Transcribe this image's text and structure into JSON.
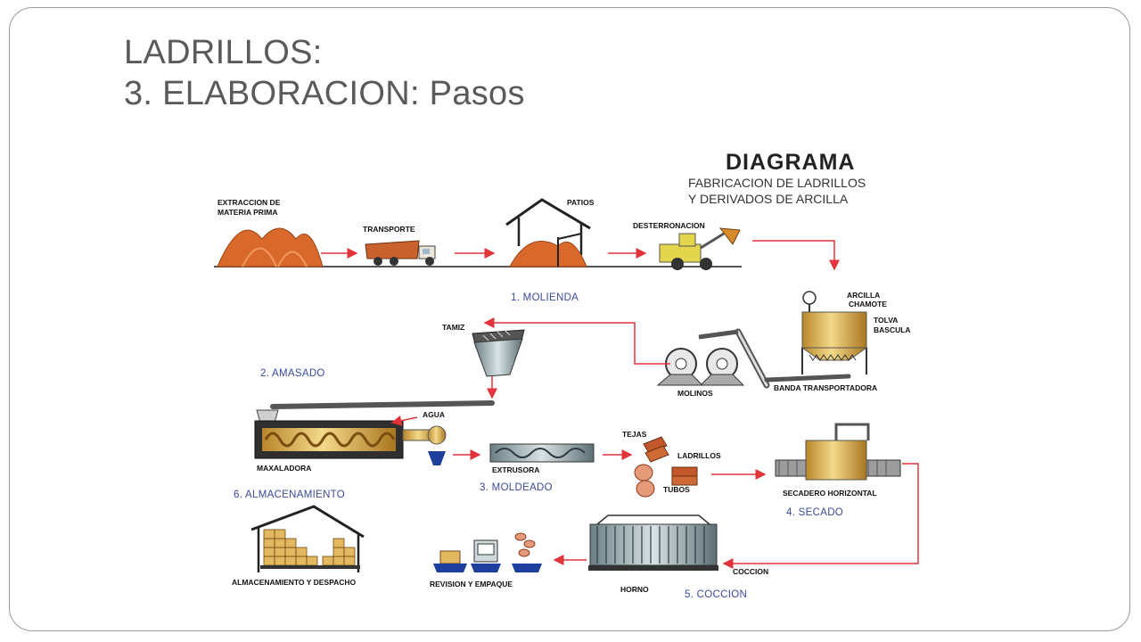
{
  "slide": {
    "title_line1": "LADRILLOS:",
    "title_line2": "3. ELABORACION: Pasos"
  },
  "diagram": {
    "heading": "DIAGRAMA",
    "subheading_line1": "FABRICACION DE LADRILLOS",
    "subheading_line2": "Y DERIVADOS DE ARCILLA",
    "labels": {
      "extraccion_line1": "EXTRACCION DE",
      "extraccion_line2": "MATERIA PRIMA",
      "transporte": "TRANSPORTE",
      "patios": "PATIOS",
      "desterronacion": "DESTERRONACION",
      "arcilla": "ARCILLA",
      "chamote": "CHAMOTE",
      "tolva": "TOLVA",
      "bascula": "BASCULA",
      "tamiz": "TAMIZ",
      "molinos": "MOLINOS",
      "banda": "BANDA TRANSPORTADORA",
      "agua": "AGUA",
      "maxaladora": "MAXALADORA",
      "extrusora": "EXTRUSORA",
      "tejas": "TEJAS",
      "ladrillos": "LADRILLOS",
      "tubos": "TUBOS",
      "secadero": "SECADERO HORIZONTAL",
      "coccion": "COCCION",
      "horno": "HORNO",
      "revision": "REVISION Y EMPAQUE",
      "almacen": "ALMACENAMIENTO Y DESPACHO"
    },
    "steps": {
      "s1": "1. MOLIENDA",
      "s2": "2. AMASADO",
      "s3": "3. MOLDEADO",
      "s4": "4. SECADO",
      "s5": "5. COCCION",
      "s6": "6. ALMACENAMIENTO"
    },
    "colors": {
      "arrow": "#e0333a",
      "clay": "#d9692a",
      "machine_gold": "#d9a93a",
      "machine_blue": "#1f3f9e",
      "step_text": "#3b4a9a"
    }
  }
}
